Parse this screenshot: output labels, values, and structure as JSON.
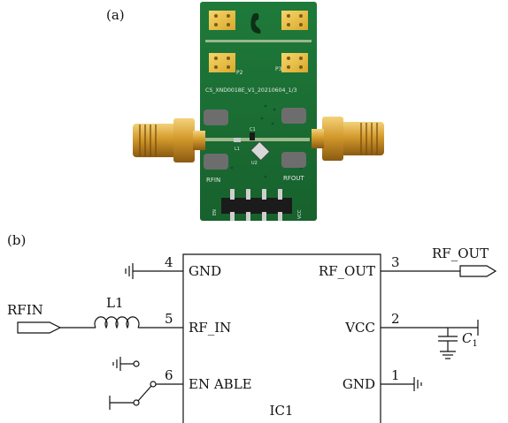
{
  "figure": {
    "panel_a_label": "(a)",
    "panel_b_label": "(b)"
  },
  "photo": {
    "board_id": "CS_XND0018E_V1_20210604_1/3",
    "rfin_text": "RFIN",
    "rfout_text": "RFOUT",
    "l1_silk": "L1",
    "c1_silk": "C1",
    "u2_silk": "U2",
    "p2_silk": "P2",
    "p3_silk": "P3",
    "header_left": "EN",
    "header_right": "VCC"
  },
  "schematic": {
    "ic_name": "IC1",
    "pins": {
      "gnd_left": "GND",
      "rf_in": "RF_IN",
      "enable": "EN ABLE",
      "rf_out": "RF_OUT",
      "vcc": "VCC",
      "gnd_right": "GND"
    },
    "pin_numbers": {
      "gnd_left": "4",
      "rf_in": "5",
      "enable": "6",
      "rf_out": "3",
      "vcc": "2",
      "gnd_right": "1"
    },
    "inductor_label": "L1",
    "capacitor_label": "C",
    "capacitor_sub": "1",
    "rfin_label": "RFIN",
    "rfout_label": "RF_OUT"
  }
}
